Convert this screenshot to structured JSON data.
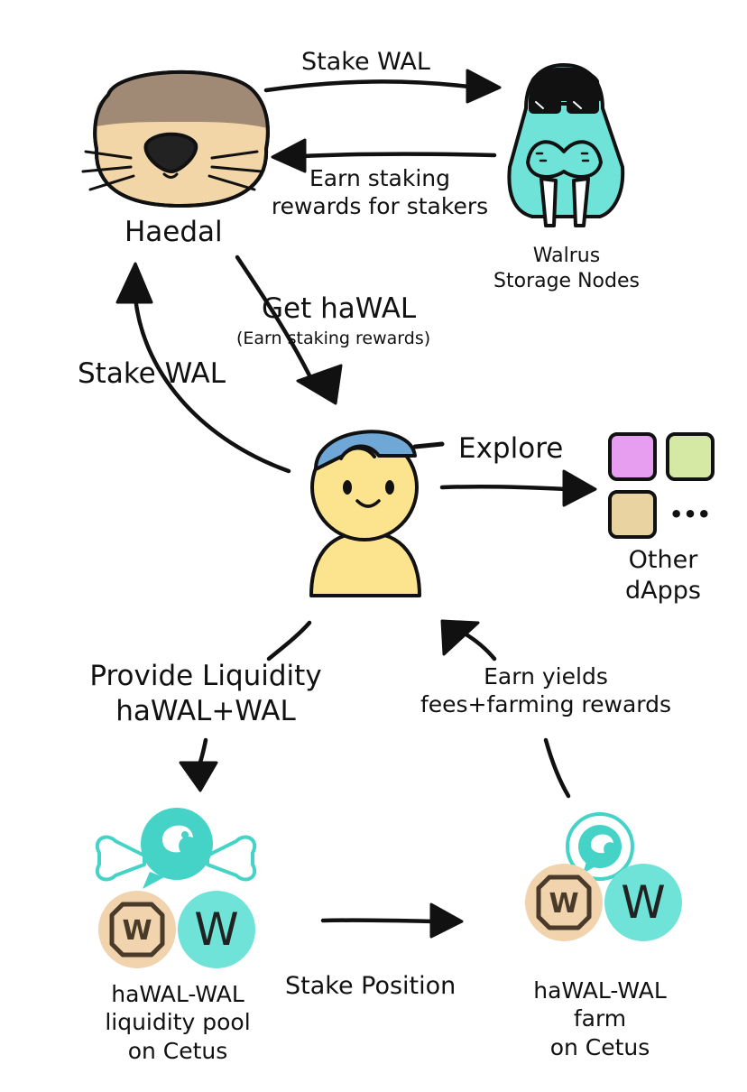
{
  "nodes": {
    "haedal": {
      "label": "Haedal",
      "icon": "otter-icon"
    },
    "walrus": {
      "label_line1": "Walrus",
      "label_line2": "Storage Nodes",
      "icon": "walrus-icon"
    },
    "user": {
      "icon": "user-cap-icon"
    },
    "other_dapps": {
      "label_line1": "Other",
      "label_line2": "dApps",
      "icon": "app-tiles-icon",
      "more": "•••"
    },
    "pool": {
      "label_line1": "haWAL-WAL",
      "label_line2": "liquidity pool",
      "label_line3": "on Cetus",
      "icon": "cetus-pool-icon"
    },
    "farm": {
      "label_line1": "haWAL-WAL",
      "label_line2": "farm",
      "label_line3": "on Cetus",
      "icon": "cetus-farm-icon"
    }
  },
  "edges": {
    "stake_wal_top": "Stake WAL",
    "earn_staking_line1": "Earn staking",
    "earn_staking_line2": "rewards for stakers",
    "get_hawal": "Get haWAL",
    "get_hawal_sub": "(Earn staking rewards)",
    "stake_wal_left": "Stake WAL",
    "explore": "Explore",
    "provide_line1": "Provide Liquidity",
    "provide_line2": "haWAL+WAL",
    "earn_yields_line1": "Earn yields",
    "earn_yields_line2": "fees+farming rewards",
    "stake_position": "Stake Position"
  },
  "coins": {
    "hawal_letter": "W",
    "wal_letter": "W"
  },
  "colors": {
    "teal": "#6fe3d8",
    "cetus_teal": "#45d3c7",
    "otter_brown": "#a08a76",
    "otter_skin": "#f3d6a7",
    "user_yellow": "#fbe48d",
    "cap_blue": "#6fa8d6",
    "tile_pink": "#e79df0",
    "tile_green": "#d5e8a4",
    "tile_tan": "#e9d3a0",
    "coin_tan": "#f1d3ad"
  }
}
